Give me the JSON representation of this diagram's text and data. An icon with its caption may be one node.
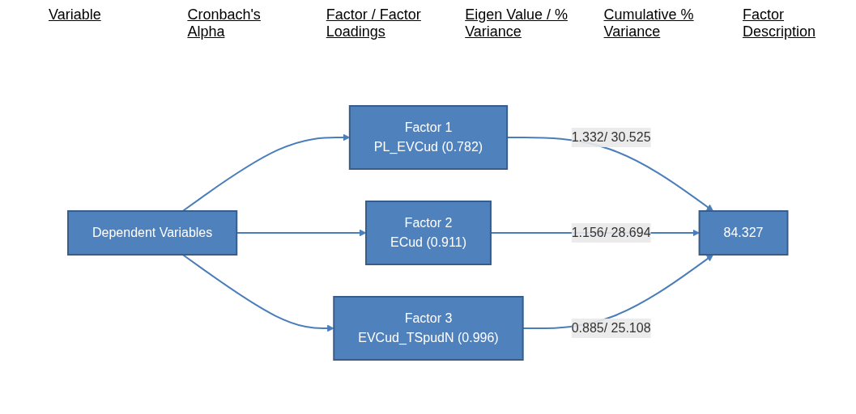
{
  "diagram": {
    "nodes": [
      {
        "text": [
          "Dependent Variables"
        ]
      },
      {
        "text": [
          "Factor 1",
          "PL_EVCud (0.782)"
        ]
      },
      {
        "text": [
          "Factor 2",
          "ECud (0.911)"
        ]
      },
      {
        "text": [
          "Factor 3",
          "EVCud_TSpudN (0.996)"
        ]
      },
      {
        "text": [
          "84.327"
        ]
      }
    ],
    "edges": [
      {
        "from": 0,
        "to": 1,
        "arrow": "to"
      },
      {
        "from": 0,
        "to": 2,
        "arrow": "to"
      },
      {
        "from": 0,
        "to": 3,
        "arrow": "to"
      },
      {
        "from": 1,
        "to": 4,
        "arrow": "to",
        "label": "1.332/ 30.525"
      },
      {
        "from": 2,
        "to": 4,
        "arrow": "to",
        "label": "1.156/ 28.694"
      },
      {
        "from": 3,
        "to": 4,
        "arrow": "to",
        "label": "0.885/ 25.108"
      }
    ],
    "labels": [
      "Variable",
      "Cronbach's Alpha",
      "Factor / Factor Loadings",
      "Eigen Value / % Variance",
      "Cumulative % Variance",
      "Factor Description"
    ]
  }
}
